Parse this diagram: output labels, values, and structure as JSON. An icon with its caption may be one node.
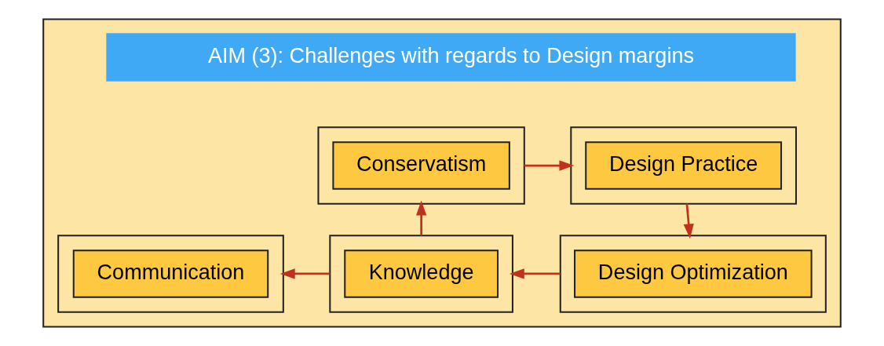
{
  "diagram": {
    "nodes": [
      {
        "text": [],
        "shape": "box"
      },
      {
        "text": [
          "AIM (3): Challenges with regards to Design margins"
        ],
        "in": 0
      },
      {
        "text": [],
        "shape": "box",
        "in": 0
      },
      {
        "text": [
          "Conservatism"
        ],
        "in": 2
      },
      {
        "text": [],
        "shape": "box",
        "in": 0
      },
      {
        "text": [
          "Design Practice"
        ],
        "in": 4
      },
      {
        "text": [],
        "shape": "box",
        "in": 0
      },
      {
        "text": [
          "Communication"
        ],
        "in": 6
      },
      {
        "text": [],
        "shape": "box",
        "in": 0
      },
      {
        "text": [
          "Knowledge"
        ],
        "in": 8
      },
      {
        "text": [],
        "shape": "box",
        "in": 0
      },
      {
        "text": [
          "Design Optimization"
        ],
        "in": 10
      }
    ],
    "edges": [
      {
        "from": 2,
        "to": 4,
        "arrow": "to"
      },
      {
        "from": 4,
        "to": 10,
        "arrow": "to"
      },
      {
        "from": 10,
        "to": 8,
        "arrow": "to"
      },
      {
        "from": 8,
        "to": 6,
        "arrow": "to"
      },
      {
        "from": 8,
        "to": 2,
        "arrow": "to"
      }
    ]
  }
}
